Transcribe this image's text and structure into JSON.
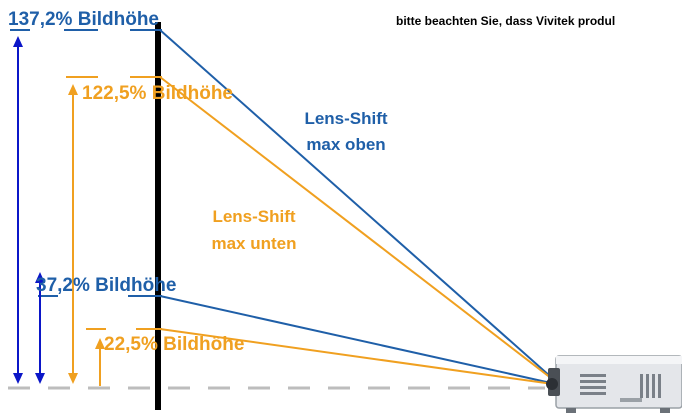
{
  "labels": {
    "max_up_height": "137,2% Bildhöhe",
    "max_down_top_height": "122,5% Bildhöhe",
    "min_up_height": "37,2% Bildhöhe",
    "min_down_height": "22,5% Bildhöhe",
    "shift_up_line1": "Lens-Shift",
    "shift_up_line2": "max oben",
    "shift_down_line1": "Lens-Shift",
    "shift_down_line2": "max unten"
  },
  "note": "bitte beachten Sie, dass Vivitek produl",
  "colors": {
    "blue": "#1f5fa8",
    "dark_blue": "#0b16c8",
    "orange": "#f0a020",
    "screen": "#000000",
    "floor_dash": "#bdbdbd"
  },
  "icons": {
    "projector": "projector-icon"
  }
}
